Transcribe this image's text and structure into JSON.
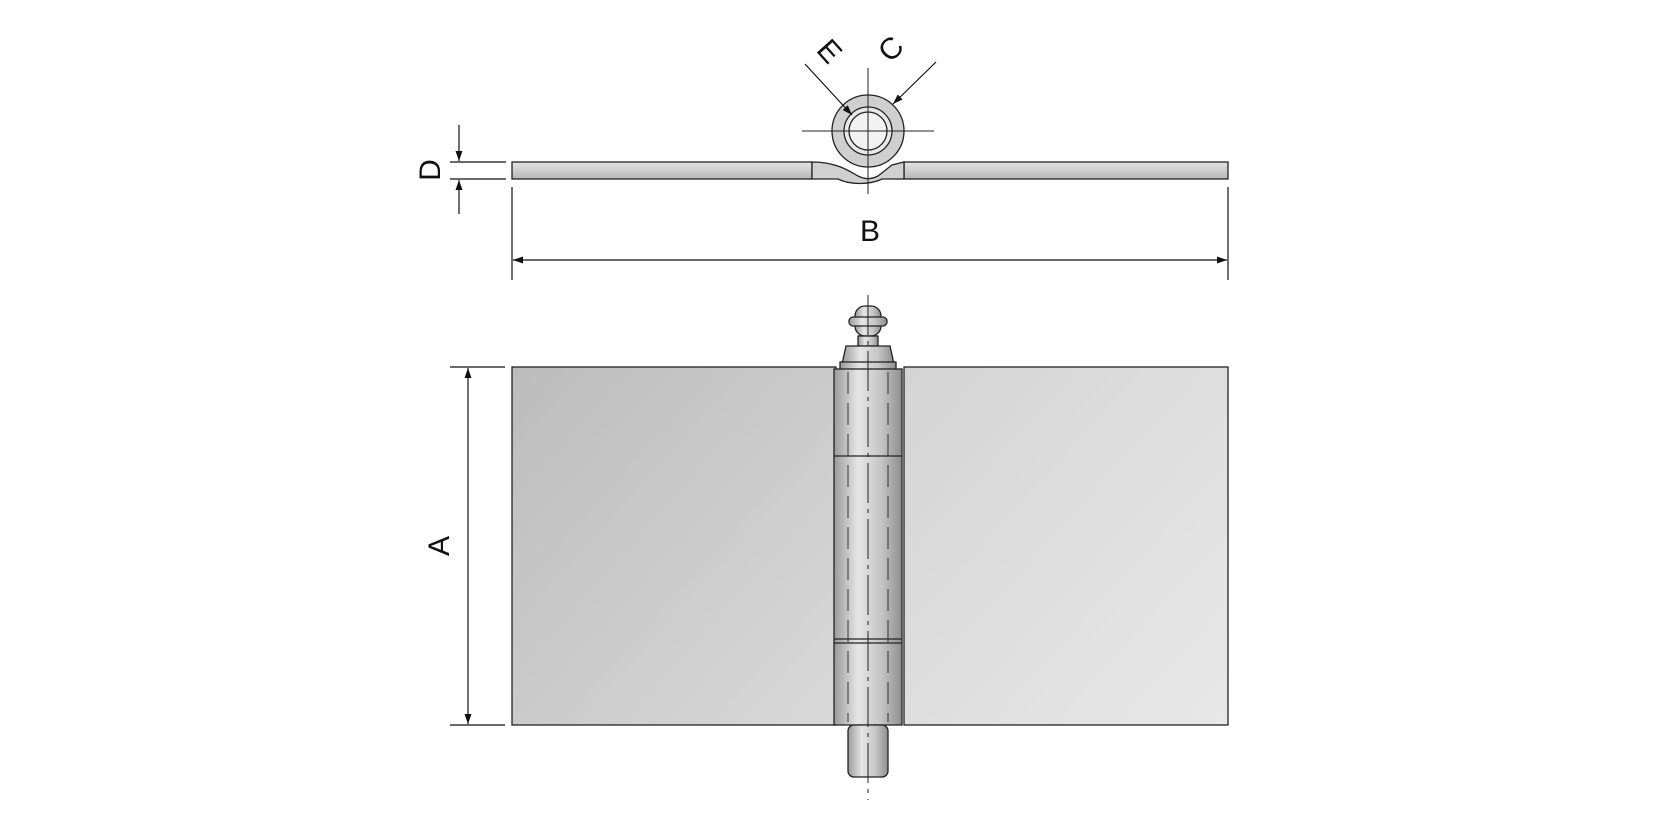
{
  "labels": {
    "A": "A",
    "B": "B",
    "C": "C",
    "D": "D",
    "E": "E"
  },
  "colors": {
    "line": "#111111",
    "leaf_light": "#e2e2e2",
    "leaf_dark": "#bdbdbd",
    "background": "#ffffff"
  }
}
